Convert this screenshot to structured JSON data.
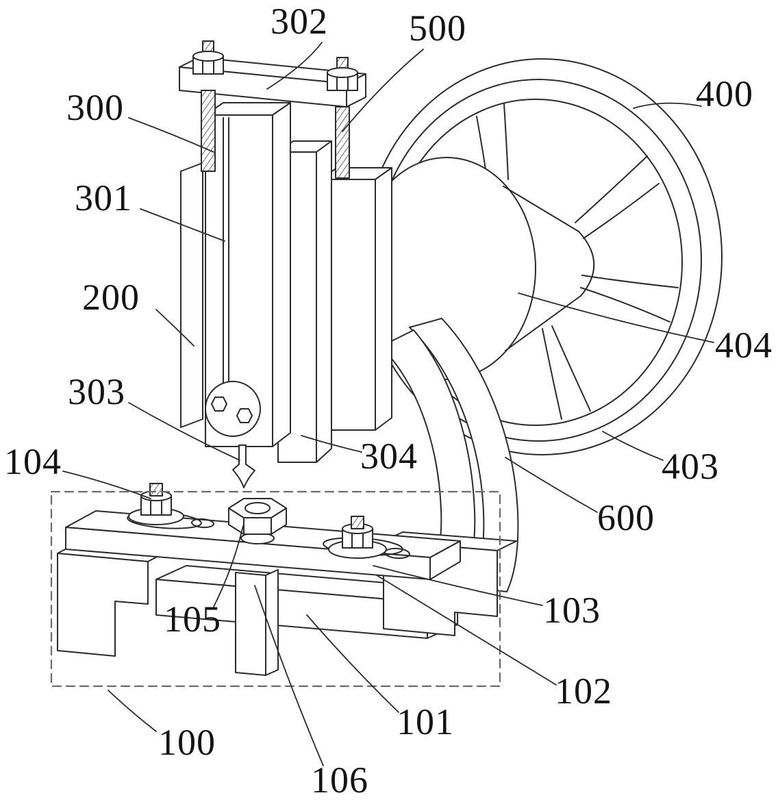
{
  "figure": {
    "kind": "patent-technical-drawing",
    "colors": {
      "line": "#2b2b2b",
      "dashed_box": "#6a6a6a",
      "label_text": "#141414",
      "background": "#ffffff"
    }
  },
  "labels": {
    "l302": "302",
    "l500": "500",
    "l400": "400",
    "l300": "300",
    "l301": "301",
    "l200": "200",
    "l404": "404",
    "l303": "303",
    "l104": "104",
    "l304": "304",
    "l403": "403",
    "l600": "600",
    "l105": "105",
    "l103": "103",
    "l102": "102",
    "l101": "101",
    "l100": "100",
    "l106": "106"
  }
}
